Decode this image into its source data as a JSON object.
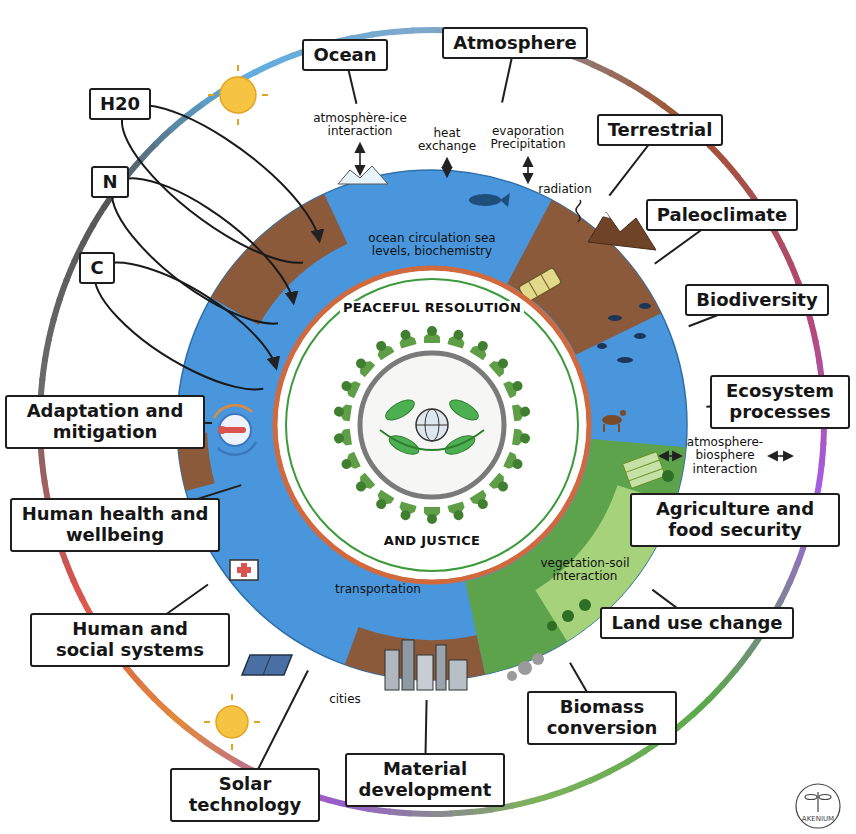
{
  "diagram": {
    "nodes": [
      {
        "text": [
          "Ocean"
        ]
      },
      {
        "text": [
          "Atmosphere"
        ]
      },
      {
        "text": [
          "Terrestrial"
        ]
      },
      {
        "text": [
          "Paleoclimate"
        ]
      },
      {
        "text": [
          "Biodiversity"
        ]
      },
      {
        "text": [
          "Ecosystem processes"
        ]
      },
      {
        "text": [
          "Agriculture and food security"
        ]
      },
      {
        "text": [
          "Land use change"
        ]
      },
      {
        "text": [
          "Biomass conversion"
        ]
      },
      {
        "text": [
          "Material development"
        ]
      },
      {
        "text": [
          "Solar technology"
        ]
      },
      {
        "text": [
          "Human and social systems"
        ]
      },
      {
        "text": [
          "Human health and wellbeing"
        ]
      },
      {
        "text": [
          "Adaptation and mitigation"
        ]
      },
      {
        "text": [
          "C"
        ]
      },
      {
        "text": [
          "N"
        ]
      },
      {
        "text": [
          "H20"
        ]
      }
    ],
    "labels": [
      "atmosphère-ice interaction",
      "heat exchange",
      "evaporation Precipitation",
      "radiation",
      "ocean circulation sea levels, biochemistry",
      "PEACEFUL RESOLUTION",
      "atmosphere-biosphere interaction",
      "vegetation-soil interaction",
      "AND JUSTICE",
      "transportation",
      "cities",
      "AKENIUM"
    ]
  }
}
